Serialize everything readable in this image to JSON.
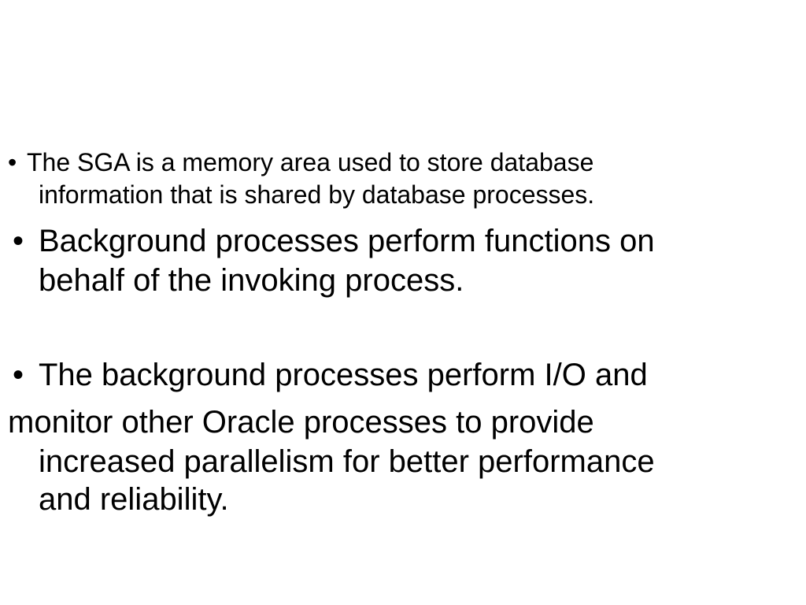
{
  "slide": {
    "bullet_char": "•",
    "bullets": [
      {
        "line1": "The SGA is a memory area used to store database",
        "line2": "information that is shared by database processes."
      },
      {
        "line1": "Background processes perform functions on",
        "line2": "behalf of the invoking process."
      },
      {
        "line1": "The background processes perform I/O and",
        "line2": "monitor other Oracle processes to provide",
        "line3": "increased parallelism for better performance",
        "line4": "and reliability."
      }
    ]
  }
}
